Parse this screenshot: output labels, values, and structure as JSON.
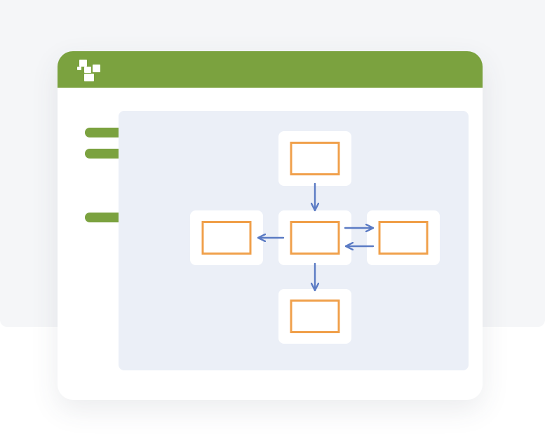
{
  "colors": {
    "accent": "#7ba23f",
    "canvas": "#ebeff7",
    "node_border": "#f0a04b",
    "arrow": "#5b7bc4",
    "card": "#ffffff"
  },
  "icons": {
    "app_logo": "flowchart-blocks-icon",
    "arrow": "arrow-icon"
  },
  "sidebar": {
    "items": [
      {
        "name": "menu-line-1"
      },
      {
        "name": "menu-line-2"
      },
      {
        "name": "menu-line-3"
      }
    ]
  },
  "diagram": {
    "nodes": [
      {
        "id": "top",
        "label": ""
      },
      {
        "id": "left",
        "label": ""
      },
      {
        "id": "center",
        "label": ""
      },
      {
        "id": "right",
        "label": ""
      },
      {
        "id": "bottom",
        "label": ""
      }
    ],
    "edges": [
      {
        "from": "top",
        "to": "center"
      },
      {
        "from": "center",
        "to": "left"
      },
      {
        "from": "center",
        "to": "right"
      },
      {
        "from": "right",
        "to": "center"
      },
      {
        "from": "center",
        "to": "bottom"
      }
    ]
  }
}
